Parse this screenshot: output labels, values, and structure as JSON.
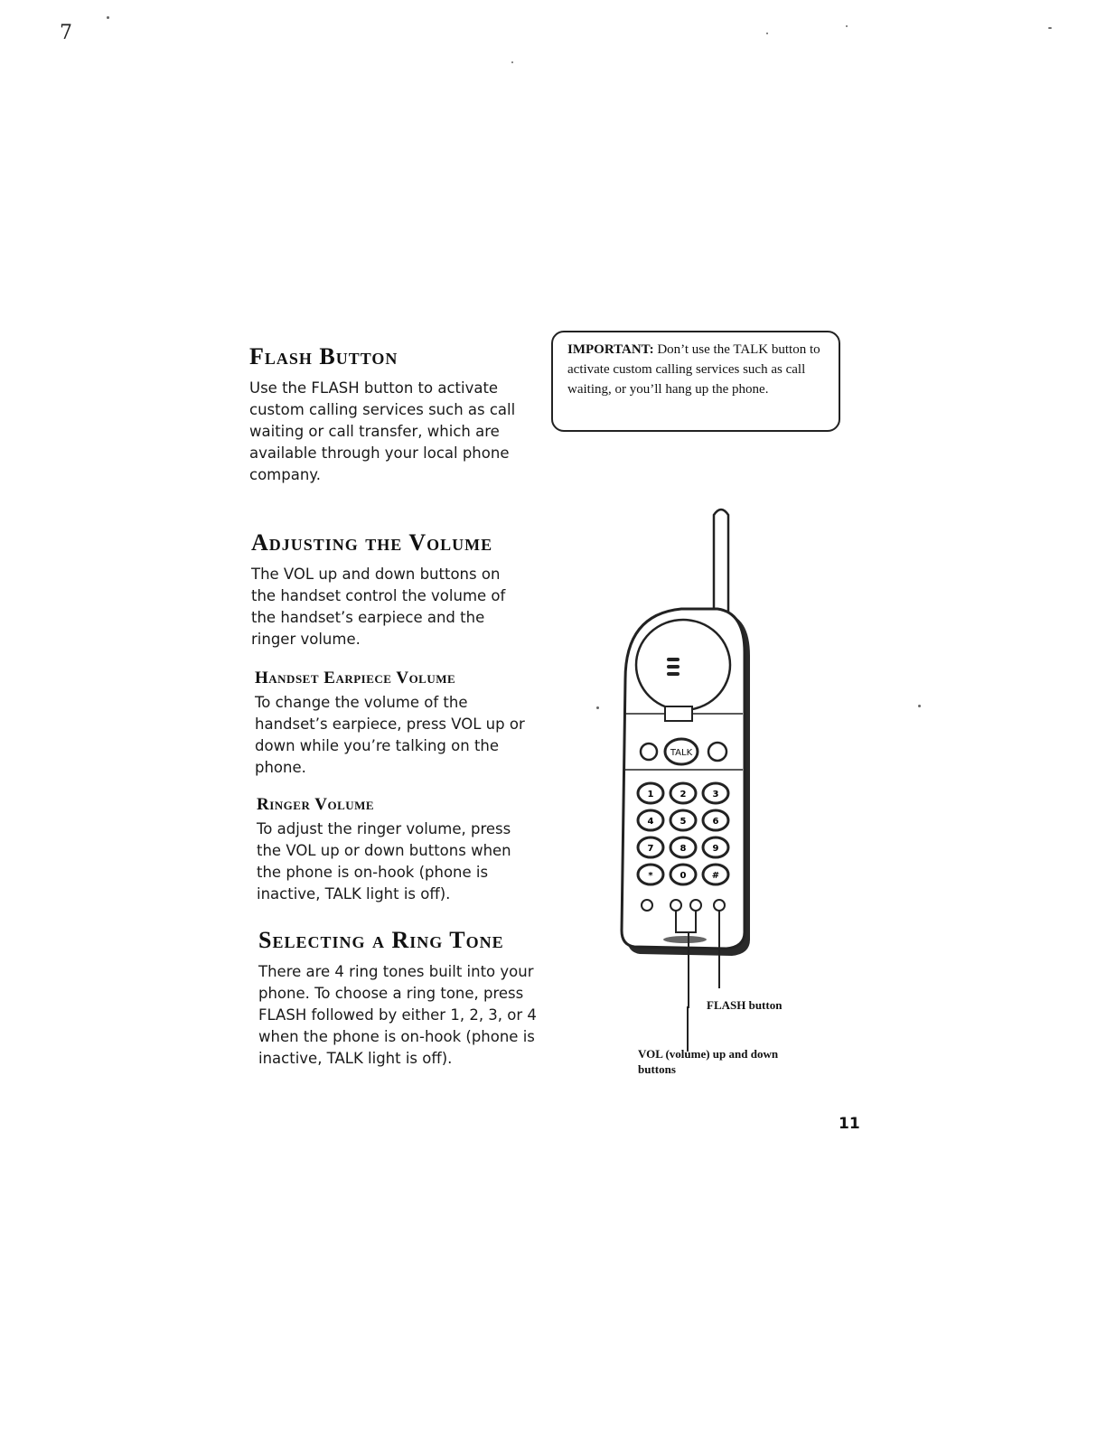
{
  "corner_mark": "7",
  "sections": {
    "flash": {
      "heading": "Flash Button",
      "body": "Use the FLASH button to activate custom calling services such as call waiting or call transfer, which are available through your local phone company."
    },
    "volume": {
      "heading": "Adjusting the Volume",
      "body": "The VOL up and down buttons on the handset control the volume of the handset’s earpiece and the ringer volume.",
      "earpiece": {
        "heading": "Handset Earpiece Volume",
        "body": "To change the volume of the handset’s earpiece, press VOL up or down while you’re talking on the phone."
      },
      "ringer": {
        "heading": "Ringer Volume",
        "body": "To adjust the ringer volume, press the VOL up or down buttons when the phone is on-hook (phone is inactive, TALK light is off)."
      }
    },
    "ringtone": {
      "heading": "Selecting a Ring Tone",
      "body": "There are 4 ring tones built into your phone. To choose a ring tone, press FLASH followed by either 1, 2, 3, or 4 when the phone is on-hook (phone is inactive, TALK light is off)."
    }
  },
  "important": {
    "label": "IMPORTANT:",
    "text": "Don’t use the TALK button to activate custom calling services such as call waiting, or you’ll hang up the phone."
  },
  "illustration": {
    "talk_label": "TALK",
    "keys": [
      "1",
      "2",
      "3",
      "4",
      "5",
      "6",
      "7",
      "8",
      "9",
      "*",
      "0",
      "#"
    ],
    "flash_callout": "FLASH button",
    "vol_callout": "VOL (volume) up and down buttons"
  },
  "page_number": "11"
}
